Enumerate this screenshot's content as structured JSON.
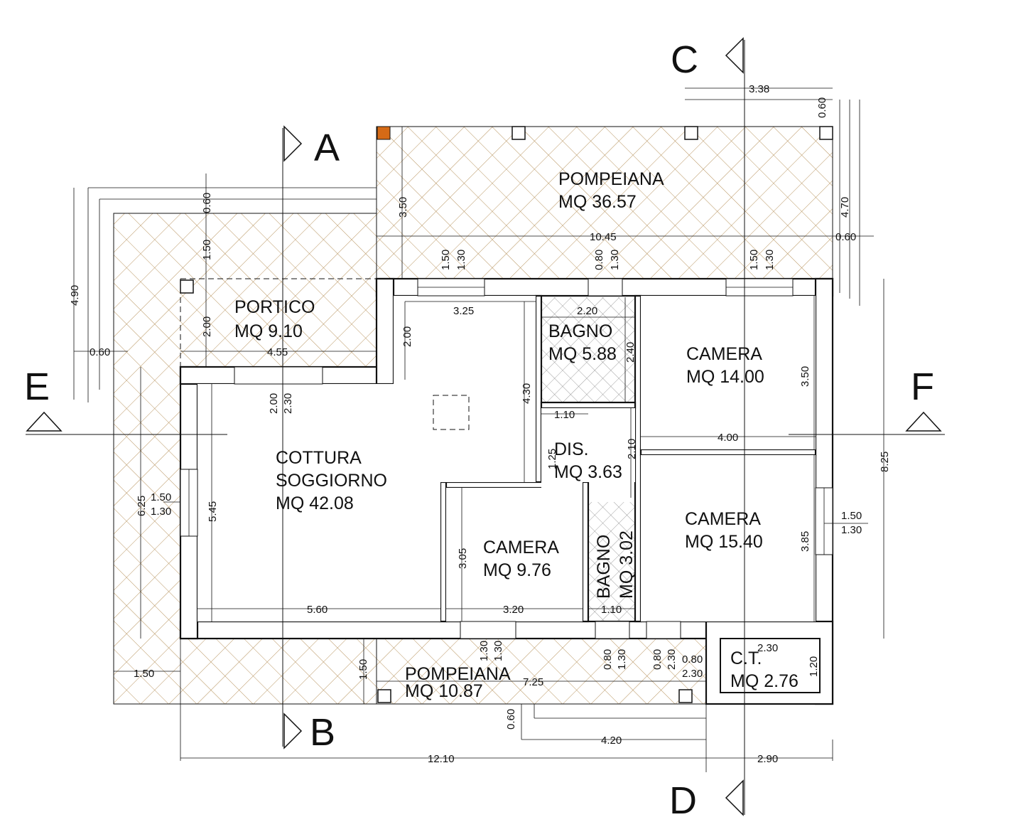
{
  "sections": {
    "a": "A",
    "b": "B",
    "c": "C",
    "d": "D",
    "e": "E",
    "f": "F"
  },
  "rooms": {
    "pompeiana_top": {
      "name": "POMPEIANA",
      "area": "MQ 36.57"
    },
    "portico": {
      "name": "PORTICO",
      "area": "MQ 9.10"
    },
    "cottura": {
      "name1": "COTTURA",
      "name2": "SOGGIORNO",
      "area": "MQ 42.08"
    },
    "bagno1": {
      "name": "BAGNO",
      "area": "MQ 5.88"
    },
    "camera_ne": {
      "name": "CAMERA",
      "area": "MQ 14.00"
    },
    "dis": {
      "name": "DIS.",
      "area": "MQ 3.63"
    },
    "camera_se": {
      "name": "CAMERA",
      "area": "MQ 15.40"
    },
    "camera_small": {
      "name": "CAMERA",
      "area": "MQ 9.76"
    },
    "bagno2": {
      "name": "BAGNO",
      "area": "MQ 3.02"
    },
    "ct": {
      "name": "C.T.",
      "area": "MQ 2.76"
    },
    "pompeiana_bottom": {
      "name": "POMPEIANA",
      "area": "MQ 10.87"
    }
  },
  "dims": {
    "d338": "3.38",
    "d060a": "0.60",
    "d470": "4.70",
    "d060b": "0.60",
    "d1045": "10.45",
    "d350a": "3.50",
    "d060c": "0.60",
    "d150a": "1.50",
    "d490": "4.90",
    "d060d": "0.60",
    "d200a": "2.00",
    "d455": "4.55",
    "w150a": "1.50",
    "w130a": "1.30",
    "w080a": "0.80",
    "w130b": "1.30",
    "w150b": "1.50",
    "w130c": "1.30",
    "d325": "3.25",
    "d200b": "2.00",
    "d430": "4.30",
    "d220": "2.20",
    "d240": "2.40",
    "d110a": "1.10",
    "d350b": "3.50",
    "d400": "4.00",
    "d200c": "2.00",
    "d230a": "2.30",
    "d125": "1.25",
    "d210": "2.10",
    "d545": "5.45",
    "d625": "6.25",
    "w150c": "1.50",
    "w130d": "1.30",
    "d305": "3.05",
    "d385": "3.85",
    "w150d": "1.50",
    "w130e": "1.30",
    "d825": "8.25",
    "d560": "5.60",
    "d320": "3.20",
    "d110b": "1.10",
    "w130f": "1.30",
    "w130g": "1.30",
    "w080b": "0.80",
    "w130h": "1.30",
    "w080c": "0.80",
    "w230b": "2.30",
    "d080d": "0.80",
    "d230c": "2.30",
    "d230d": "2.30",
    "d120": "1.20",
    "d150b": "1.50",
    "d150c": "1.50",
    "d725": "7.25",
    "d060e": "0.60",
    "d420": "4.20",
    "d1210": "12.10",
    "d290": "2.90"
  },
  "colors": {
    "hatch": "#b8945f",
    "pillar_accent": "#d56a16",
    "ink": "#111111"
  }
}
